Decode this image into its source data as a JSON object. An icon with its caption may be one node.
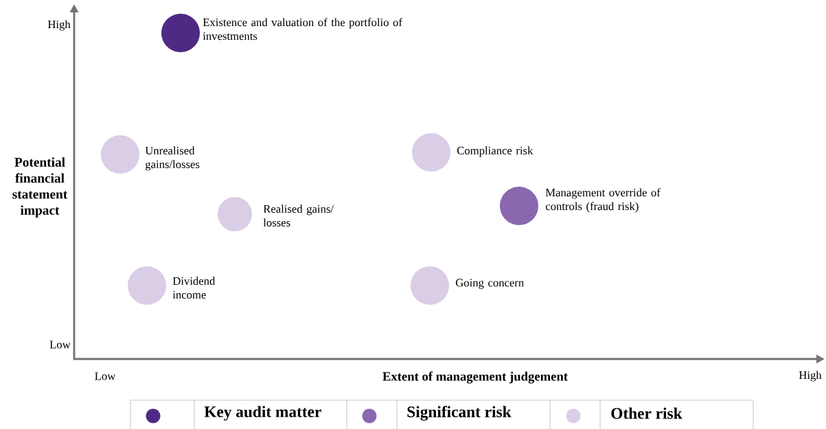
{
  "diagram": {
    "nodes": [
      {
        "text": [],
        "shape": "circle",
        "beside": [
          "Existence and valuation of the portfolio of investments"
        ]
      },
      {
        "text": [],
        "shape": "circle",
        "beside": [
          "Unrealised gains/losses"
        ]
      },
      {
        "text": [],
        "shape": "circle",
        "beside": [
          "Compliance risk"
        ]
      },
      {
        "text": [],
        "shape": "circle",
        "beside": [
          "Management override of controls (fraud risk)"
        ]
      },
      {
        "text": [],
        "shape": "circle",
        "beside": [
          "Realised gains/ losses"
        ]
      },
      {
        "text": [],
        "shape": "circle",
        "beside": [
          "Dividend income"
        ]
      },
      {
        "text": [],
        "shape": "circle",
        "beside": [
          "Going concern"
        ]
      }
    ],
    "labels": [
      "High",
      "Potential financial statement impact",
      "Low",
      "Low",
      "Extent of management judgement",
      "High"
    ],
    "legend": [
      {
        "text": "Key audit matter",
        "color": "#4f2a85"
      },
      {
        "text": "Significant risk",
        "color": "#8a68b0"
      },
      {
        "text": "Other risk",
        "color": "#dacde6"
      }
    ]
  }
}
